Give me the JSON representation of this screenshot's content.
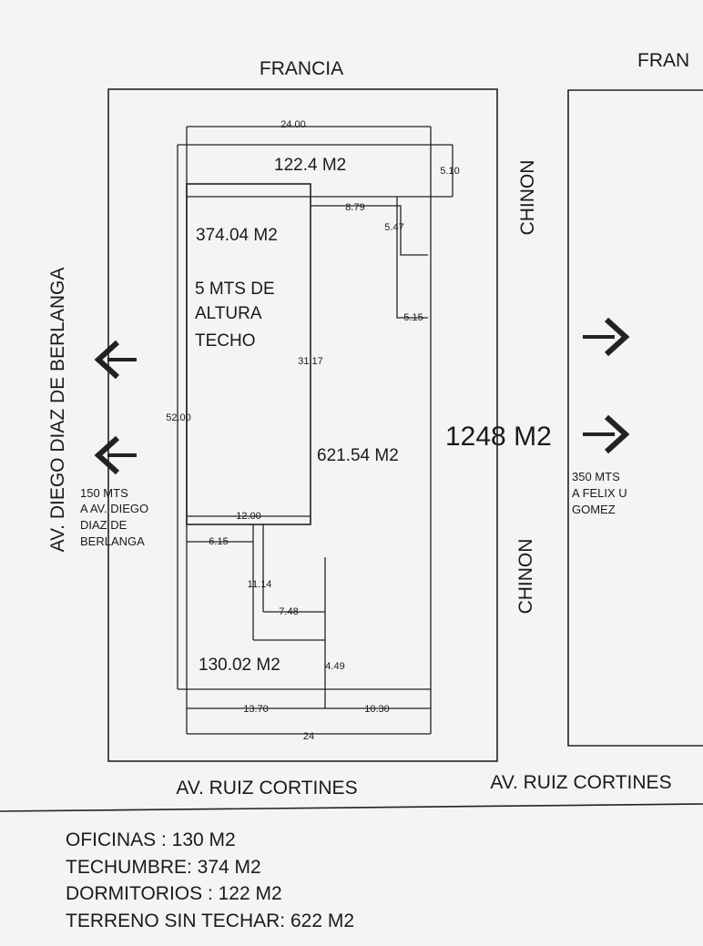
{
  "streets": {
    "north": "FRANCIA",
    "north_east_fragment": "FRAN",
    "west": "AV. DIEGO DIAZ DE BERLANGA",
    "east_upper": "CHINON",
    "east_lower": "CHINON",
    "south": "AV. RUIZ CORTINES",
    "south_east": "AV. RUIZ CORTINES"
  },
  "areas": {
    "dormitorios": "122.4 M2",
    "techumbre": "374.04 M2",
    "techumbre_note_1": "5 MTS DE",
    "techumbre_note_2": "ALTURA",
    "techumbre_note_3": "TECHO",
    "sin_techar": "621.54 M2",
    "oficinas": "130.02 M2",
    "total": "1248 M2"
  },
  "dimensions": {
    "top_width": "24.00",
    "dorm_depth": "5.10",
    "roof_step_width": "8.79",
    "step_a": "5.47",
    "step_b": "5.15",
    "roof_length": "31.17",
    "total_length": "52.00",
    "roof_width": "12.00",
    "office_offset": "6.15",
    "office_length": "11.14",
    "office_inner": "7.48",
    "office_step": "4.49",
    "bottom_left": "13.70",
    "bottom_right": "10.30",
    "bottom_width": "24"
  },
  "notes": {
    "west_1": "150 MTS",
    "west_2": "A AV. DIEGO",
    "west_3": "DIAZ DE",
    "west_4": "BERLANGA",
    "east_1": "350 MTS",
    "east_2": "A FELIX U",
    "east_3": "GOMEZ"
  },
  "summary": [
    "OFICINAS : 130 M2",
    "TECHUMBRE: 374 M2",
    "DORMITORIOS : 122 M2",
    "TERRENO SIN TECHAR: 622 M2"
  ]
}
